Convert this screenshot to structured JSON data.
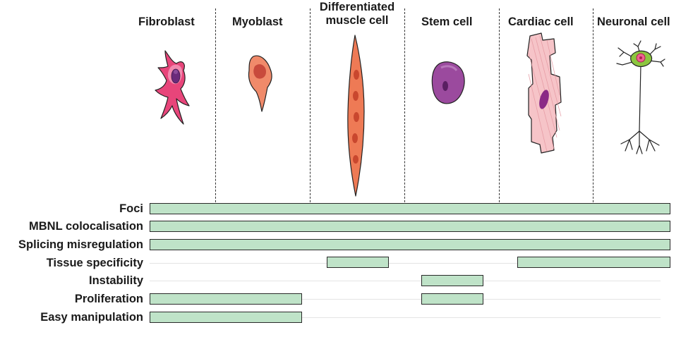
{
  "columns": [
    {
      "id": "fibroblast",
      "label": "Fibroblast"
    },
    {
      "id": "myoblast",
      "label": "Myoblast"
    },
    {
      "id": "differentiated",
      "label_line1": "Differentiated",
      "label_line2": "muscle cell"
    },
    {
      "id": "stem",
      "label": "Stem cell"
    },
    {
      "id": "cardiac",
      "label": "Cardiac cell"
    },
    {
      "id": "neuronal",
      "label": "Neuronal cell"
    }
  ],
  "rows": [
    {
      "label": "Foci"
    },
    {
      "label": "MBNL colocalisation"
    },
    {
      "label": "Splicing misregulation"
    },
    {
      "label": "Tissue specificity"
    },
    {
      "label": "Instability"
    },
    {
      "label": "Proliferation"
    },
    {
      "label": "Easy manipulation"
    }
  ],
  "colors": {
    "bar_fill": "#bfe3c8",
    "bar_border": "#2a2a2a",
    "fibroblast": "#e8457a",
    "myoblast": "#f08a6a",
    "muscle": "#ee7a55",
    "stem": "#9b4a9e",
    "cardiac": "#f6c4c8",
    "neuron": "#8cc63f"
  }
}
